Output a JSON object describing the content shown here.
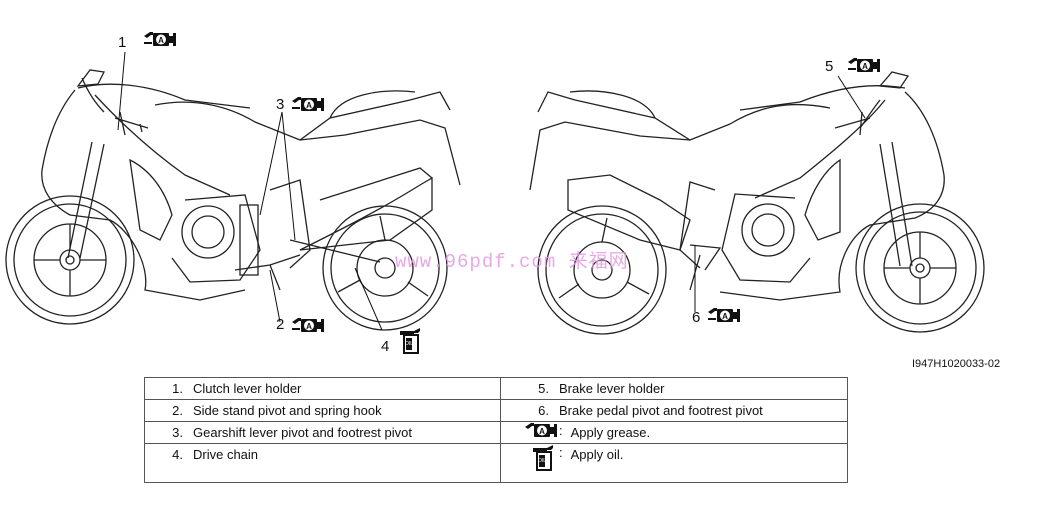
{
  "figure": {
    "id": "I947H1020033-02",
    "watermark": "www.96pdf.com 来福网"
  },
  "callouts": [
    {
      "number": "1",
      "symbol": "grease"
    },
    {
      "number": "2",
      "symbol": "grease"
    },
    {
      "number": "3",
      "symbol": "grease"
    },
    {
      "number": "4",
      "symbol": "oil"
    },
    {
      "number": "5",
      "symbol": "grease"
    },
    {
      "number": "6",
      "symbol": "grease"
    }
  ],
  "legend": {
    "rows": [
      {
        "left_num": "1.",
        "left_text": "Clutch lever holder",
        "right_num": "5.",
        "right_text": "Brake lever holder"
      },
      {
        "left_num": "2.",
        "left_text": "Side stand pivot and spring hook",
        "right_num": "6.",
        "right_text": "Brake pedal pivot and footrest pivot"
      },
      {
        "left_num": "3.",
        "left_text": "Gearshift lever pivot and footrest pivot",
        "right_symbol": "grease-gun-icon",
        "right_text": "Apply grease."
      },
      {
        "left_num": "4.",
        "left_text": "Drive chain",
        "right_symbol": "oil-can-icon",
        "right_text": "Apply oil."
      }
    ],
    "colon": ":",
    "symbol_letter_grease": "A",
    "symbol_letter_oil": "OIL"
  }
}
